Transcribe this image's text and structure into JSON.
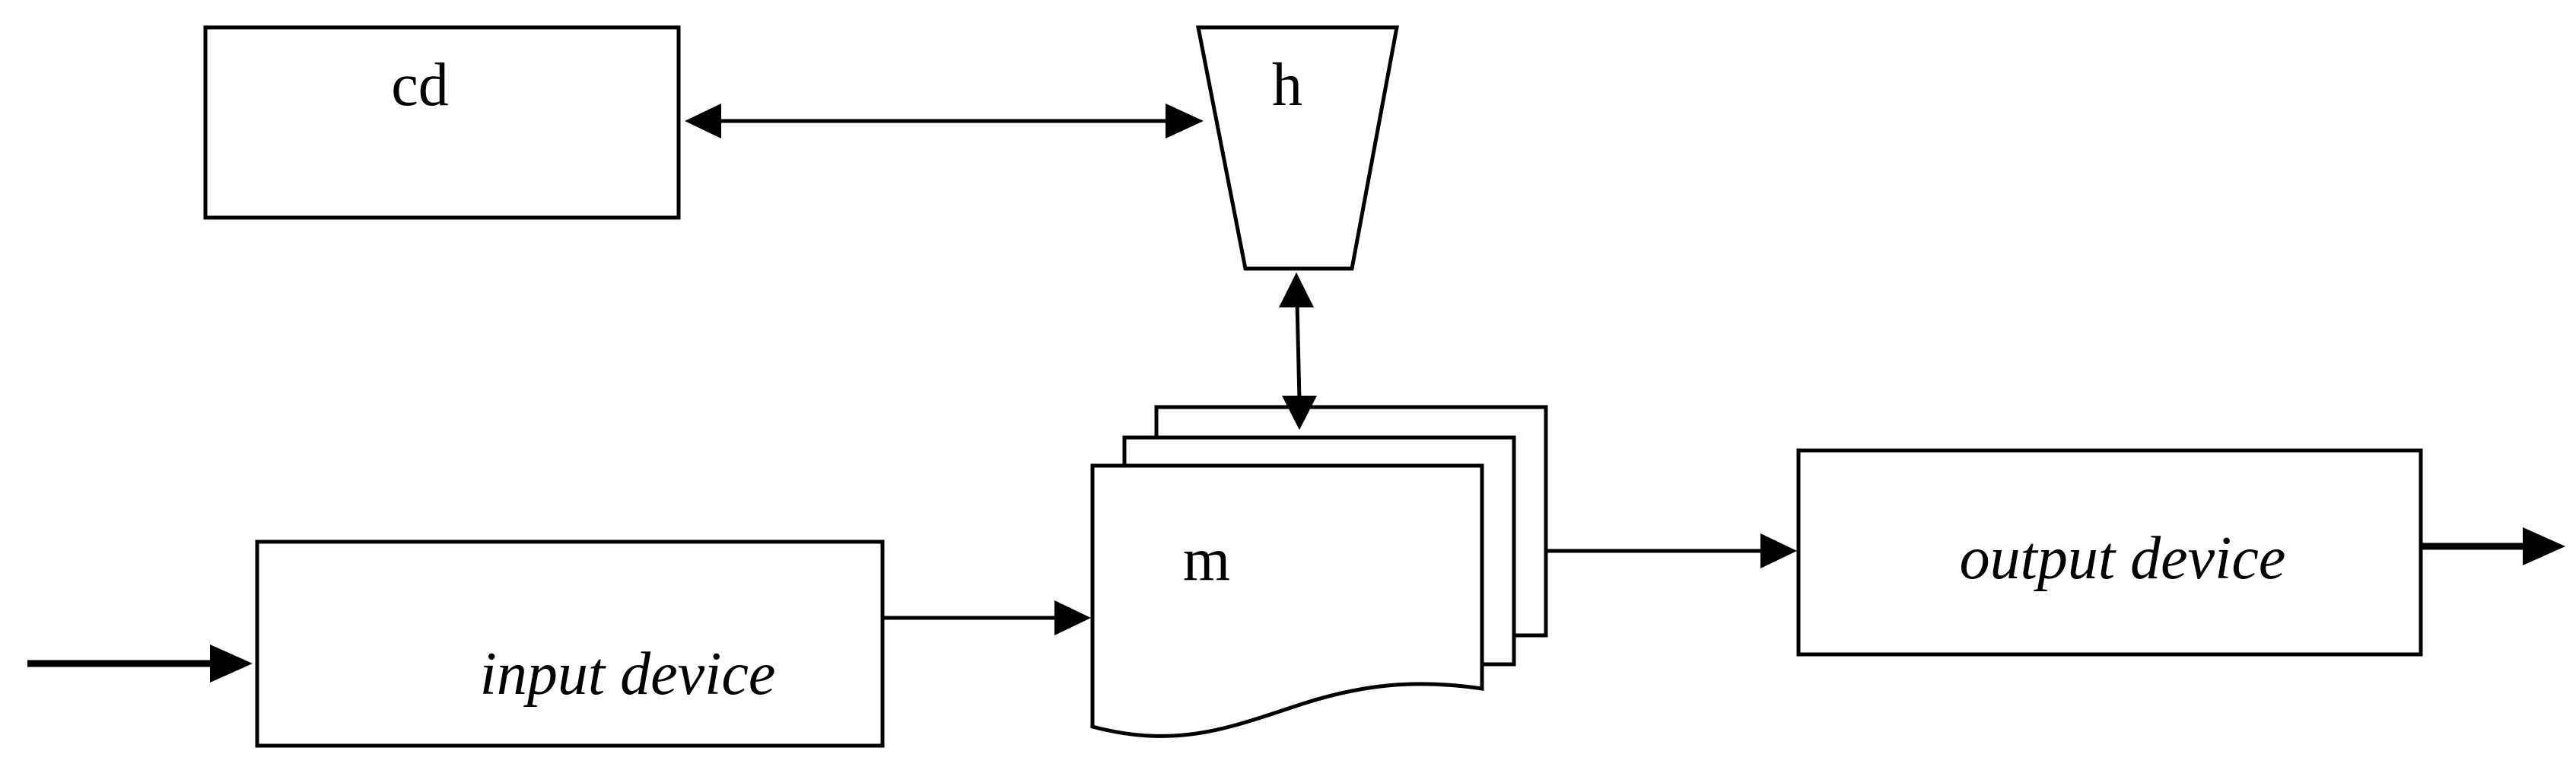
{
  "nodes": {
    "cd": {
      "label": "cd"
    },
    "h": {
      "label": "h"
    },
    "m": {
      "label": "m"
    },
    "input": {
      "label": "input device"
    },
    "output": {
      "label": "output device"
    }
  },
  "edges": [
    {
      "from": "cd",
      "to": "h",
      "direction": "both"
    },
    {
      "from": "h",
      "to": "m",
      "direction": "both"
    },
    {
      "from": "external",
      "to": "input",
      "direction": "forward"
    },
    {
      "from": "input",
      "to": "m",
      "direction": "forward"
    },
    {
      "from": "m",
      "to": "output",
      "direction": "forward"
    },
    {
      "from": "output",
      "to": "external",
      "direction": "forward"
    }
  ]
}
